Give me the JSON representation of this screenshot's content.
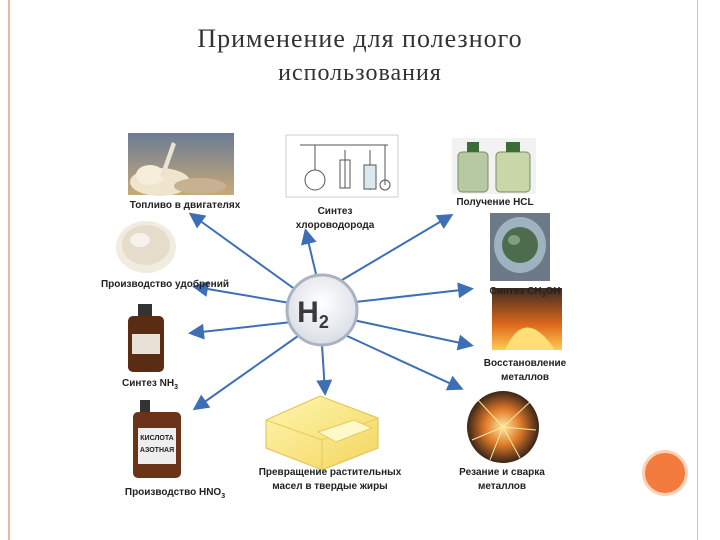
{
  "title": {
    "line1": "Применение для полезного",
    "line2": "использования"
  },
  "center": {
    "formula_main": "H",
    "formula_sub": "2"
  },
  "captions": {
    "fuel": "Топливо в двигателях",
    "hcl_synthesis_1": "Синтез",
    "hcl_synthesis_2": "хлороводорода",
    "hcl_production": "Получение HCL",
    "fertilizer": "Производство удобрений",
    "methanol_pre": "Синтез CH",
    "methanol_sub": "3",
    "methanol_post": "OH",
    "ammonia_pre": "Синтез NH",
    "ammonia_sub": "3",
    "metal_reduction_1": "Восстановление",
    "metal_reduction_2": "металлов",
    "oil_1": "Превращение растительных",
    "oil_2": "масел в твердые жиры",
    "cutting_1": "Резание и сварка",
    "cutting_2": "металлов",
    "nitric_pre": "Производство HNO",
    "nitric_sub": "3",
    "bottle_label_1": "КИСЛОТА",
    "bottle_label_2": "АЗОТНАЯ"
  },
  "colors": {
    "arrow": "#3d6fb4",
    "accent": "#f37b3d",
    "frame": "#e8b9a4"
  }
}
